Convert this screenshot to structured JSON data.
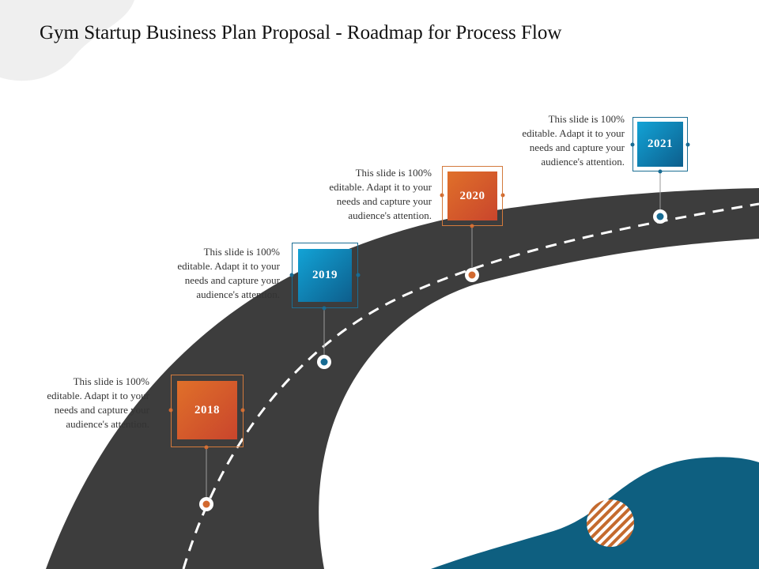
{
  "slide": {
    "title": "Gym Startup Business Plan Proposal - Roadmap for Process Flow"
  },
  "milestones": [
    {
      "year": "2018",
      "description": "This slide is 100%\neditable. Adapt it to your\nneeds and capture your\naudience's attention.",
      "theme": "orange"
    },
    {
      "year": "2019",
      "description": "This slide is 100%\neditable. Adapt it to your\nneeds and capture your\naudience's attention.",
      "theme": "blue"
    },
    {
      "year": "2020",
      "description": "This slide is 100%\neditable. Adapt it to your\nneeds and capture your\naudience's attention.",
      "theme": "orange"
    },
    {
      "year": "2021",
      "description": "This slide is 100%\neditable. Adapt it to your\nneeds and capture your\naudience's attention.",
      "theme": "blue"
    }
  ],
  "colors": {
    "road": "#3d3d3d",
    "road_dash": "#ffffff",
    "orange_accent": "#d2692f",
    "blue_accent": "#176b93",
    "wave": "#0e5f80",
    "corner_blob": "#efefef",
    "striped_circle": "#c46a2e"
  }
}
